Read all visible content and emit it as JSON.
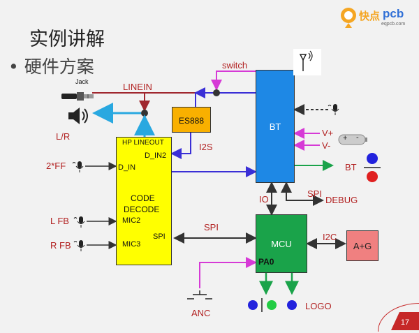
{
  "slide": {
    "title": "实例讲解",
    "bullet": "硬件方案",
    "page_number": "17"
  },
  "logo": {
    "brand_main": "快点",
    "brand_pcb": "pcb",
    "brand_url": "eqpcb.com"
  },
  "blocks": {
    "codec": {
      "line1": "CODE",
      "line2": "DECODE",
      "hp_lineout": "HP LINEOUT",
      "d_in": "D_IN",
      "d_in2": "D_IN2",
      "mic2": "MIC2",
      "mic3": "MIC3",
      "spi": "SPI"
    },
    "es888": "ES888",
    "bt": "BT",
    "mcu": "MCU",
    "ag": "A+G"
  },
  "labels": {
    "jack": "Jack",
    "linein": "LINEIN",
    "switch": "switch",
    "lr": "L/R",
    "i2s": "I2S",
    "ff": "2*FF",
    "lfb": "L FB",
    "rfb": "R FB",
    "spi_bus": "SPI",
    "io": "IO",
    "spi_debug": "SPI",
    "debug": "DEBUG",
    "i2c": "I2C",
    "pa0": "PA0",
    "anc": "ANC",
    "logo_text": "LOGO",
    "vplus": "V+",
    "vminus": "V-",
    "bt_btn": "BT",
    "batt_plus": "+",
    "batt_minus": "-"
  },
  "colors": {
    "blue_line": "#3a2fd6",
    "magenta_line": "#d63ad6",
    "green_line": "#1aa34a",
    "codec_fill": "#ffff00",
    "es888_fill": "#f9b000",
    "bt_fill": "#1e88e5",
    "mcu_fill": "#1aa34a",
    "ag_fill": "#f08080",
    "label_red": "#b22222",
    "arrow_cyan": "#29a8e0"
  },
  "icons": [
    "jack-plug-icon",
    "speaker-icon",
    "microphone-icon",
    "antenna-icon",
    "battery-icon",
    "push-button-icon"
  ]
}
